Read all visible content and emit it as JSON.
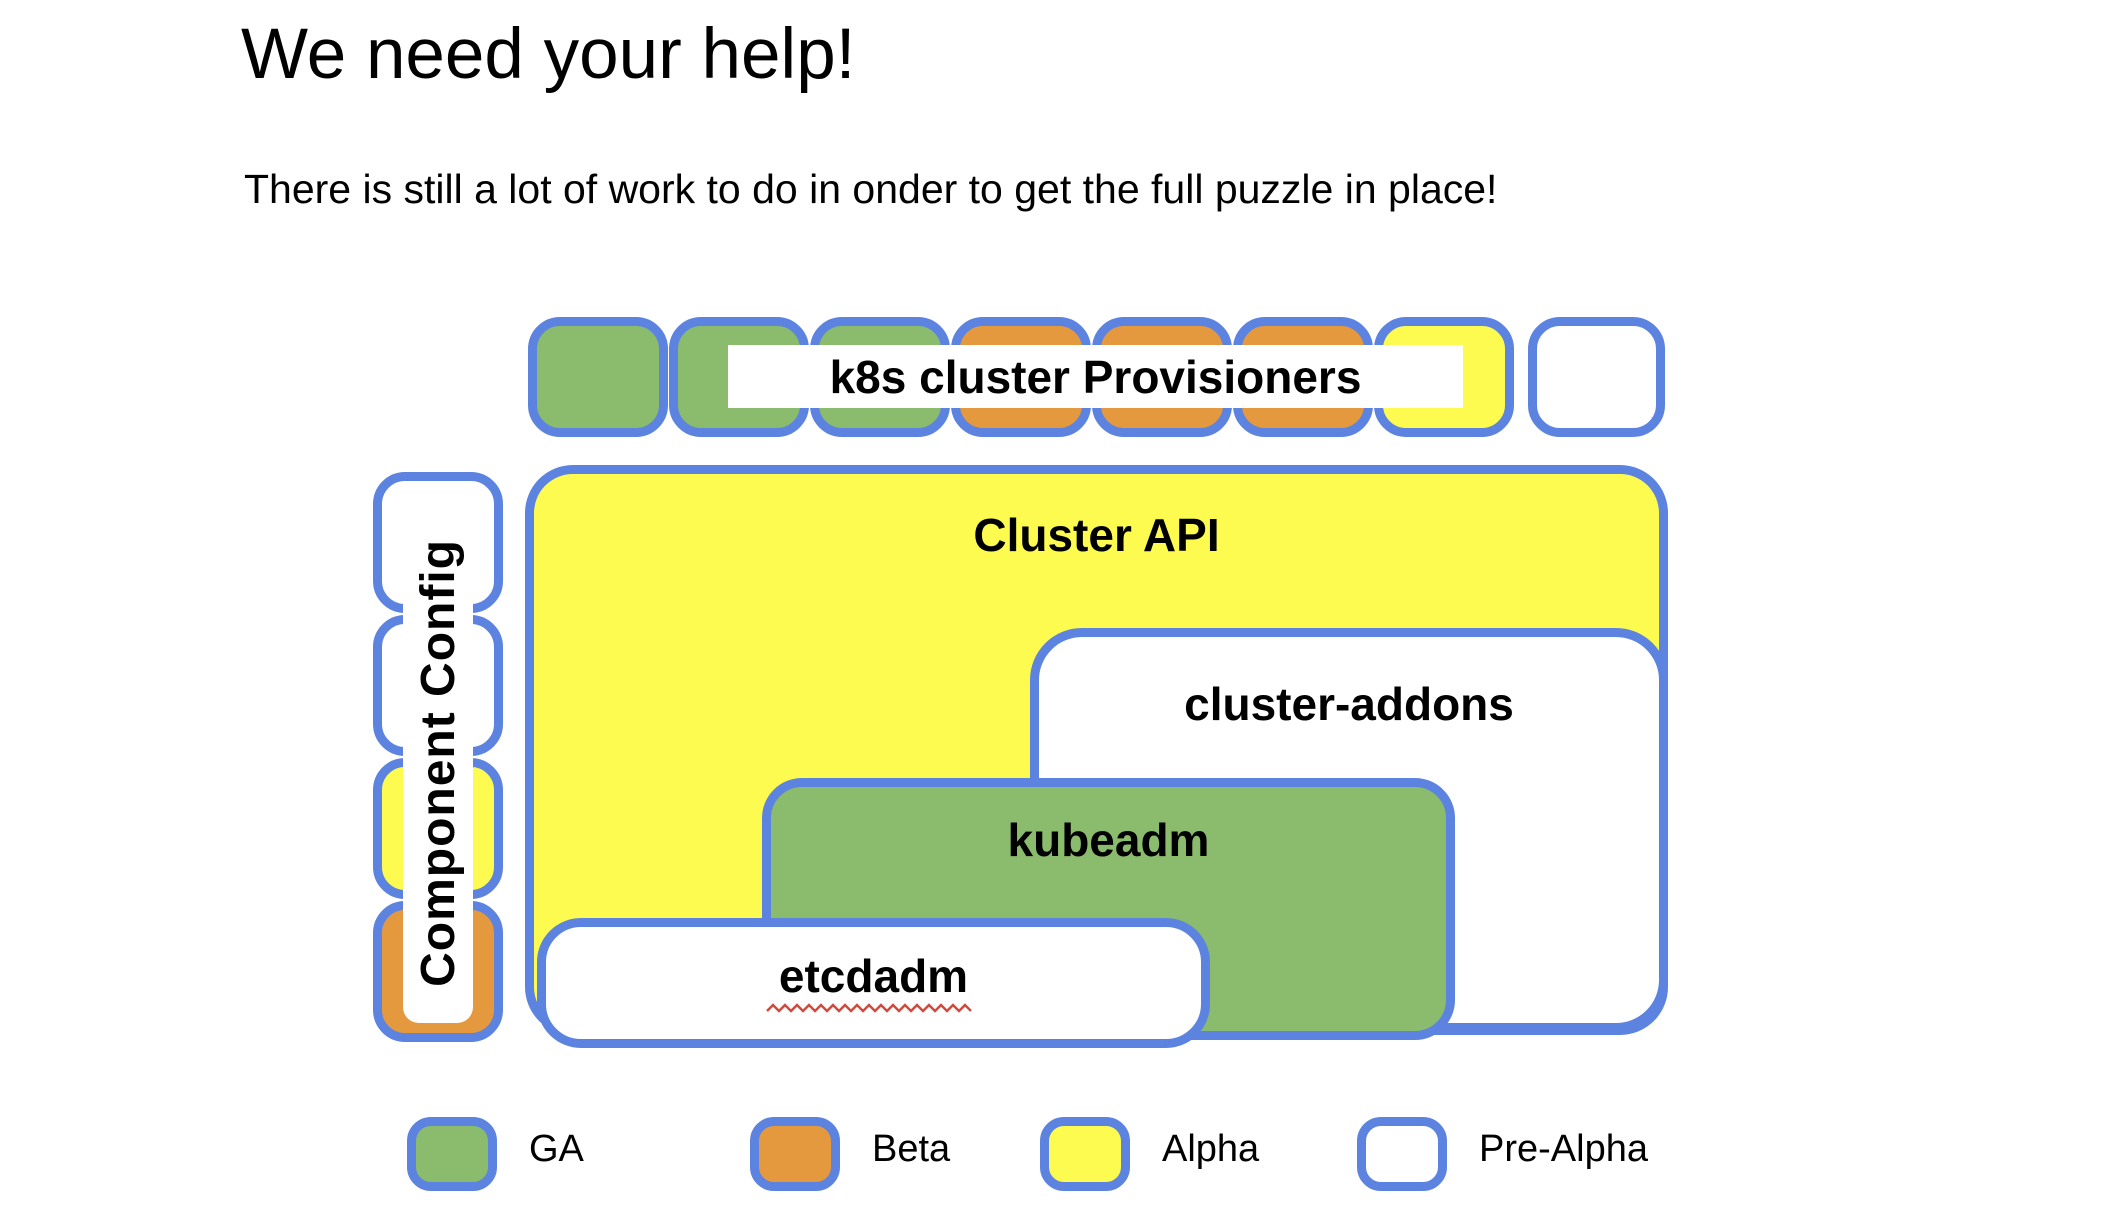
{
  "slide": {
    "title": "We need your help!",
    "subtitle": "There is still a lot of work to do in onder to get the full puzzle in place!"
  },
  "colors": {
    "ga_green": "#8BBB6D",
    "beta_orange": "#E5993F",
    "alpha_yellow": "#FDFB50",
    "prealpha_white": "#FFFFFF",
    "border_blue": "#5C83DF",
    "spellcheck_red": "#CE4B3E",
    "text_black": "#000000"
  },
  "puzzle": {
    "provisioner_row": {
      "label": "k8s cluster Provisioners",
      "pieces": [
        "ga",
        "ga",
        "ga",
        "beta",
        "beta",
        "beta",
        "alpha",
        "prealpha"
      ]
    },
    "component_config": {
      "label": "Component Config",
      "pieces": [
        "prealpha",
        "prealpha",
        "alpha",
        "beta"
      ]
    },
    "boxes": [
      {
        "id": "cluster-api",
        "label": "Cluster API",
        "status": "alpha"
      },
      {
        "id": "cluster-addons",
        "label": "cluster-addons",
        "status": "prealpha"
      },
      {
        "id": "kubeadm",
        "label": "kubeadm",
        "status": "ga"
      },
      {
        "id": "etcdadm",
        "label": "etcdadm",
        "status": "prealpha",
        "spellcheck_underline": true
      }
    ]
  },
  "legend": {
    "items": [
      {
        "label": "GA",
        "status": "ga"
      },
      {
        "label": "Beta",
        "status": "beta"
      },
      {
        "label": "Alpha",
        "status": "alpha"
      },
      {
        "label": "Pre-Alpha",
        "status": "prealpha"
      }
    ]
  }
}
